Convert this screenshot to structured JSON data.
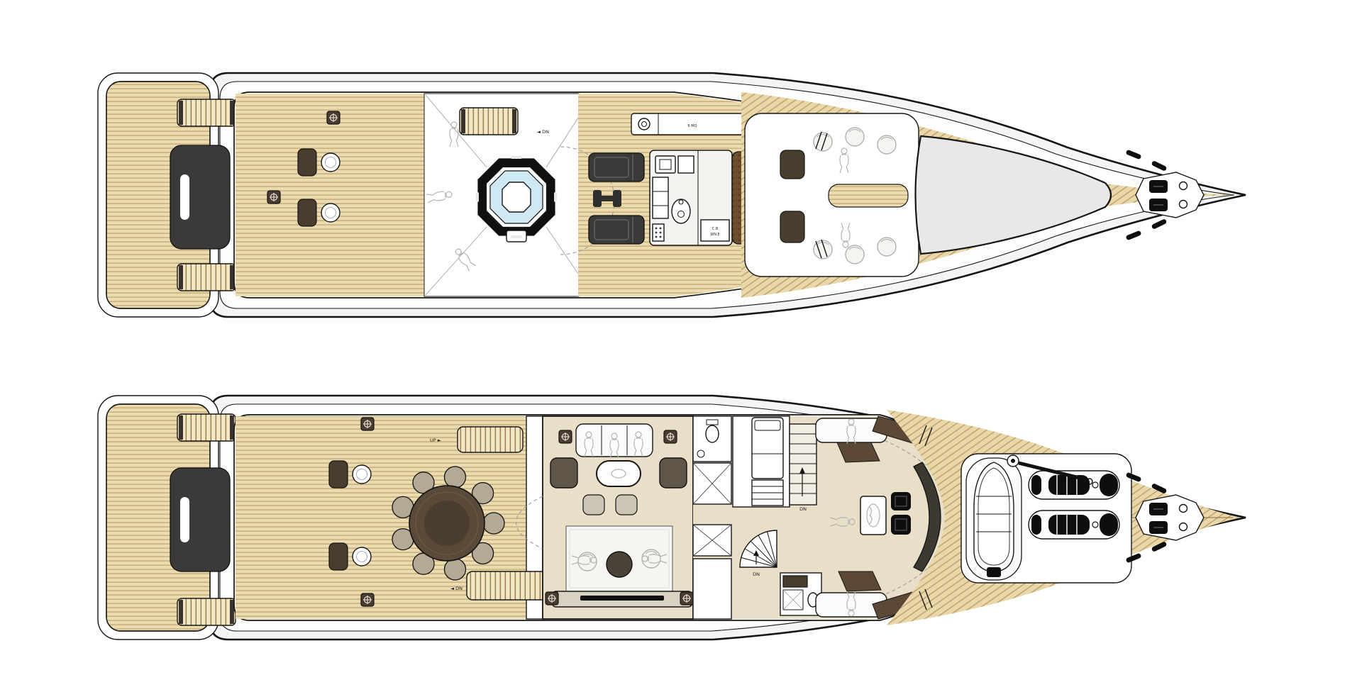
{
  "title": "Yacht general arrangement plan – two decks",
  "labels": {
    "dn_sun": "◄ DN",
    "sqm": "6 MQ",
    "cb": "C.B",
    "wne": "WN.E",
    "up_main": "UP ►",
    "dn_main": "◄ DN",
    "dn_stair": "DN",
    "dn_fan": "DN"
  },
  "colors": {
    "background": "#ffffff",
    "outline": "#161616",
    "hull": "#f4f4f2",
    "teak": "#eadcb0",
    "teak_line": "#c5a671",
    "interior_floor": "#e9dfc9",
    "dark_structure": "#3b3a38",
    "dark_wood_furniture": "#4a3c2e",
    "bar_counter": "#6d4d2d",
    "spa_water": "#cfe9f3",
    "sketch_gray": "#b3b3b3"
  },
  "decks": [
    {
      "id": "sun-deck",
      "features": [
        "swim platform",
        "stern staircase",
        "boarding stairs",
        "aft deck seating nooks",
        "deck sockets",
        "gym area with figures",
        "octagonal spa pool",
        "sun loungers",
        "gym bench",
        "wet bar with grill and sink",
        "bar counter",
        "bar stools",
        "service counter",
        "forward lounge with sketched chairs",
        "teak walkway",
        "windshield",
        "teak foredeck",
        "anchor windlass",
        "mooring cleats"
      ]
    },
    {
      "id": "main-deck",
      "features": [
        "swim platform",
        "stern staircase",
        "boarding stairs",
        "aft deck round dining table with nine chairs",
        "seating nooks",
        "stairs up",
        "stairs down",
        "salon sofa with figures",
        "coffee table",
        "armchairs",
        "ottomans",
        "games area with swivel chairs and table",
        "tv cabinet",
        "day head",
        "wardrobe",
        "captain cabin with single bed",
        "straight staircase down",
        "spiral staircase down",
        "shower room",
        "corridor",
        "wheelhouse settees",
        "chart table",
        "helm chairs",
        "helm console",
        "tender",
        "jet skis",
        "deck crane",
        "anchor windlass",
        "mooring cleats"
      ]
    }
  ]
}
